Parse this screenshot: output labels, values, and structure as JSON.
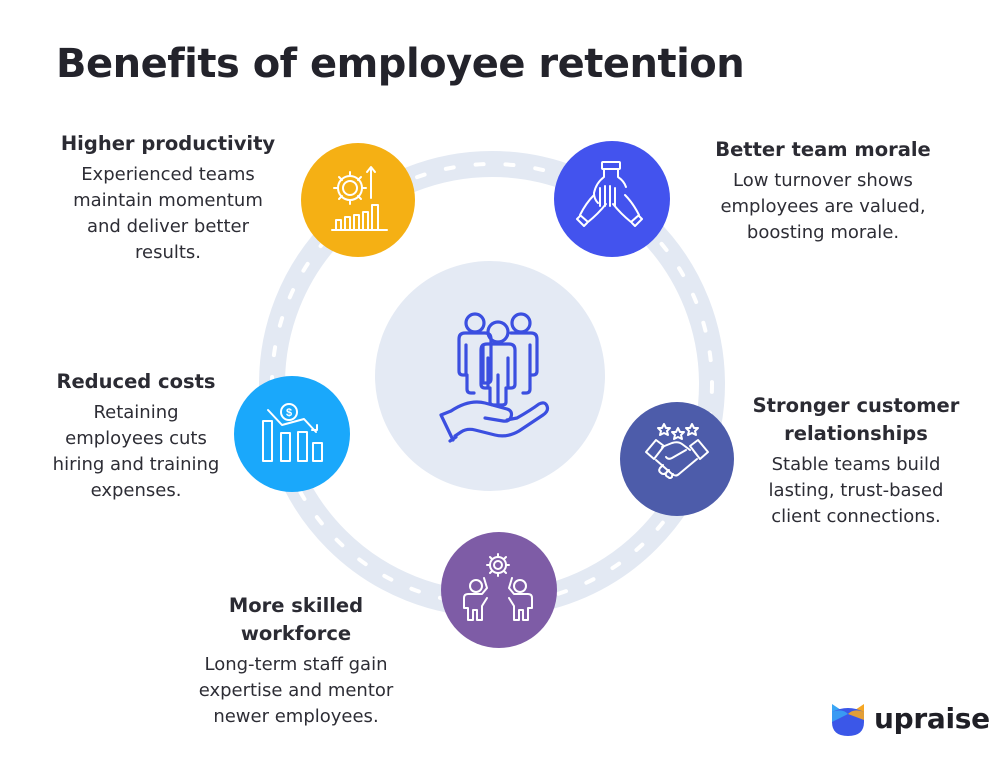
{
  "title": "Benefits of employee retention",
  "colors": {
    "ring": "#e3e9f3",
    "ring_dash": "#ffffff",
    "center_circle": "#e4eaf4",
    "center_icon": "#3b4fe0",
    "productivity": "#f5b014",
    "morale": "#4353ee",
    "costs": "#1aa8fb",
    "customer": "#4d5caa",
    "skilled": "#7e5ca6",
    "text_heading": "#2b2b33",
    "text_body": "#2d2d35"
  },
  "center": {
    "icon": "people-in-hand-icon"
  },
  "benefits": [
    {
      "id": "productivity",
      "heading": "Higher productivity",
      "lines": [
        "Experienced teams",
        "maintain momentum",
        "and deliver better",
        "results."
      ],
      "icon": "gear-growth-chart-icon"
    },
    {
      "id": "morale",
      "heading": "Better team morale",
      "lines": [
        "Low turnover shows",
        "employees are valued,",
        "boosting morale."
      ],
      "icon": "stacked-hands-icon"
    },
    {
      "id": "costs",
      "heading": "Reduced costs",
      "lines": [
        "Retaining",
        "employees cuts",
        "hiring and training",
        "expenses."
      ],
      "icon": "dollar-declining-chart-icon"
    },
    {
      "id": "customer",
      "heading_lines": [
        "Stronger customer",
        "relationships"
      ],
      "lines": [
        "Stable teams build",
        "lasting, trust-based",
        "client connections."
      ],
      "icon": "handshake-stars-icon"
    },
    {
      "id": "skilled",
      "heading_lines": [
        "More skilled",
        "workforce"
      ],
      "lines": [
        "Long-term staff gain",
        "expertise and mentor",
        "newer employees."
      ],
      "icon": "teamwork-gear-icon"
    }
  ],
  "logo": {
    "text": "upraise",
    "colors": {
      "left_ear": "#3aa6f5",
      "right_ear": "#f5a623",
      "body": "#3b57e8"
    }
  }
}
